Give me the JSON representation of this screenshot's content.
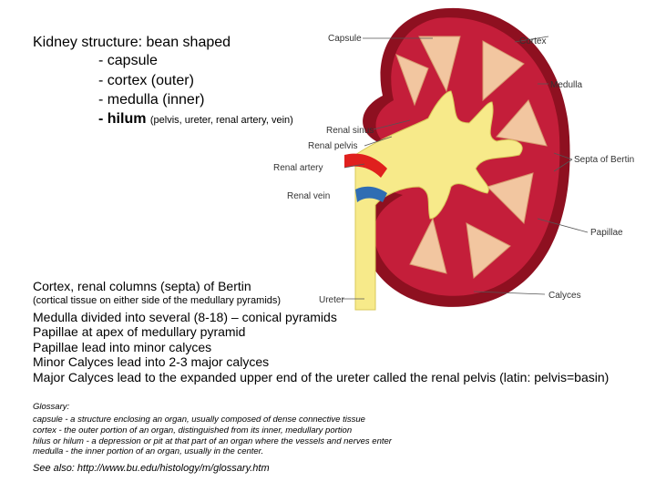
{
  "intro": {
    "title": "Kidney structure: bean shaped",
    "items": [
      "- capsule",
      "- cortex (outer)",
      "- medulla (inner)"
    ],
    "hilum_label": "- hilum",
    "hilum_detail": "(pelvis, ureter, renal artery, vein)"
  },
  "diagram": {
    "labels": {
      "capsule": "Capsule",
      "cortex": "Cortex",
      "medulla": "Medulla",
      "renal_sinus": "Renal sinus",
      "renal_pelvis": "Renal pelvis",
      "renal_artery": "Renal artery",
      "renal_vein": "Renal vein",
      "septa": "Septa of Bertin",
      "papillae": "Papillae",
      "ureter": "Ureter",
      "calyces": "Calyces"
    },
    "colors": {
      "capsule": "#8e1020",
      "cortex": "#c41e3a",
      "medulla": "#f2c6a0",
      "pelvis": "#f7ea8a",
      "artery": "#e0201e",
      "vein": "#2f6db3"
    }
  },
  "body_text": {
    "cortex_line": "Cortex, renal columns (septa) of Bertin",
    "cortex_detail": "(cortical tissue on either side of the medullary pyramids)",
    "lines": [
      "Medulla divided into several (8-18) – conical pyramids",
      "Papillae at apex of medullary pyramid",
      "Papillae lead into minor calyces",
      "Minor Calyces lead into 2-3 major calyces",
      "Major Calyces lead to the expanded upper end of the ureter called the renal pelvis (latin: pelvis=basin)"
    ]
  },
  "glossary": {
    "heading": "Glossary:",
    "entries": [
      "capsule - a structure enclosing an organ, usually composed of dense connective tissue",
      "cortex - the outer portion of an organ, distinguished from its inner, medullary portion",
      "hilus or hilum - a depression or pit at that part of an organ where the vessels and nerves enter",
      "medulla - the inner portion of an organ, usually in the center."
    ],
    "see_also": "See also: http://www.bu.edu/histology/m/glossary.htm"
  }
}
